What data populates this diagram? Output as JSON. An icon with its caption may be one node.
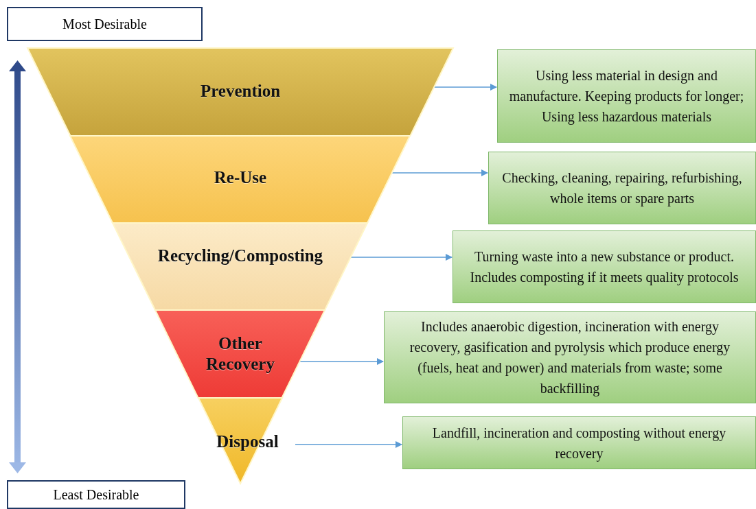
{
  "diagram": {
    "nodes": [
      {
        "text": [
          "Most Desirable"
        ]
      },
      {
        "text": [
          "Least Desirable"
        ]
      },
      {
        "text": [
          "Prevention"
        ]
      },
      {
        "text": [
          "Re-Use"
        ]
      },
      {
        "text": [
          "Recycling/Composting"
        ]
      },
      {
        "text": [
          "Other Recovery"
        ]
      },
      {
        "text": [
          "Disposal"
        ]
      },
      {
        "text": [
          "Using less material in design and manufacture. Keeping products for longer; Using less hazardous materials"
        ]
      },
      {
        "text": [
          "Checking, cleaning, repairing, refurbishing, whole items or spare parts"
        ]
      },
      {
        "text": [
          "Turning waste into a new substance or product. Includes composting if it meets quality protocols"
        ]
      },
      {
        "text": [
          "Includes anaerobic digestion, incineration with energy recovery, gasification and pyrolysis which produce energy (fuels, heat and power) and materials from waste; some backfilling"
        ]
      },
      {
        "text": [
          "Landfill, incineration and composting without energy recovery"
        ]
      }
    ],
    "edges": [
      {
        "from": 2,
        "to": 7,
        "arrow": "to"
      },
      {
        "from": 3,
        "to": 8,
        "arrow": "to"
      },
      {
        "from": 4,
        "to": 9,
        "arrow": "to"
      },
      {
        "from": 5,
        "to": 10,
        "arrow": "to"
      },
      {
        "from": 6,
        "to": 11,
        "arrow": "to"
      }
    ]
  }
}
